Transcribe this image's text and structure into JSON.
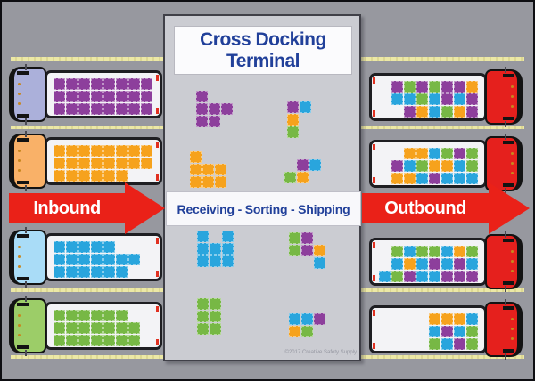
{
  "palette": {
    "P": "#8d3f9c",
    "O": "#f6a21d",
    "B": "#29a5dd",
    "G": "#77b845"
  },
  "colors": {
    "arrow_red": "#ea2118",
    "heading_blue": "#21409a",
    "background_gray": "#97989f",
    "terminal_gray": "#cbccd2",
    "lane_line_yellow": "#ece8a6",
    "trailer_white": "#f3f3f6",
    "outbound_cab_red": "#e5201d"
  },
  "terminal": {
    "title_lines": [
      "Cross Docking",
      "Terminal"
    ],
    "process_label": "Receiving - Sorting - Shipping",
    "copyright": "©2017 Creative Safety Supply",
    "pallet_groups": [
      {
        "name": "purple-cluster",
        "rows": [
          [
            "P",
            "",
            ""
          ],
          [
            "P",
            "P",
            "P"
          ],
          [
            "P",
            "P",
            ""
          ]
        ]
      },
      {
        "name": "mixed-stack",
        "rows": [
          [
            "P",
            "B"
          ],
          [
            "O",
            ""
          ],
          [
            "G",
            ""
          ]
        ]
      },
      {
        "name": "orange-cluster",
        "rows": [
          [
            "O",
            "",
            ""
          ],
          [
            "O",
            "O",
            "O"
          ],
          [
            "O",
            "O",
            "O"
          ]
        ]
      },
      {
        "name": "mixed-small",
        "rows": [
          [
            "",
            "P",
            "B"
          ],
          [
            "G",
            "O",
            ""
          ]
        ]
      },
      {
        "name": "blue-cluster",
        "rows": [
          [
            "B",
            "",
            "B"
          ],
          [
            "B",
            "B",
            "B"
          ],
          [
            "B",
            "B",
            "B"
          ]
        ]
      },
      {
        "name": "mixed-medium",
        "rows": [
          [
            "G",
            "P",
            ""
          ],
          [
            "G",
            "P",
            "O"
          ],
          [
            "",
            "",
            "B"
          ]
        ]
      },
      {
        "name": "green-cluster",
        "rows": [
          [
            "G",
            "G"
          ],
          [
            "G",
            "G"
          ],
          [
            "G",
            "G"
          ]
        ]
      },
      {
        "name": "mixed-bottom",
        "rows": [
          [
            "B",
            "B",
            "P"
          ],
          [
            "O",
            "G",
            ""
          ]
        ]
      }
    ]
  },
  "flow": {
    "inbound_label": "Inbound",
    "outbound_label": "Outbound"
  },
  "inbound_trucks": [
    {
      "cab_color": "#abb0da",
      "cargo": [
        [
          "P",
          "P",
          "P",
          "P",
          "P",
          "P",
          "P",
          "P"
        ],
        [
          "P",
          "P",
          "P",
          "P",
          "P",
          "P",
          "P",
          "P"
        ],
        [
          "P",
          "P",
          "P",
          "P",
          "P",
          "P",
          "P",
          "P"
        ]
      ]
    },
    {
      "cab_color": "#f9b168",
      "cargo": [
        [
          "O",
          "O",
          "O",
          "O",
          "O",
          "O",
          "O",
          "O"
        ],
        [
          "O",
          "O",
          "O",
          "O",
          "O",
          "O",
          "O",
          "O"
        ],
        [
          "O",
          "O",
          "O",
          "O",
          "O",
          "O",
          "",
          ""
        ]
      ]
    },
    {
      "cab_color": "#a9dcf7",
      "cargo": [
        [
          "B",
          "B",
          "B",
          "B",
          "B",
          "",
          "",
          ""
        ],
        [
          "B",
          "B",
          "B",
          "B",
          "B",
          "B",
          "B",
          ""
        ],
        [
          "B",
          "B",
          "B",
          "B",
          "B",
          "B",
          "",
          ""
        ]
      ]
    },
    {
      "cab_color": "#9ccd68",
      "cargo": [
        [
          "G",
          "G",
          "G",
          "G",
          "G",
          "G",
          "",
          ""
        ],
        [
          "G",
          "G",
          "G",
          "G",
          "G",
          "G",
          "G",
          ""
        ],
        [
          "G",
          "G",
          "G",
          "G",
          "G",
          "G",
          "G",
          ""
        ]
      ]
    }
  ],
  "outbound_trucks": [
    {
      "cab_color": "#e5201d",
      "cargo": [
        [
          "",
          "P",
          "G",
          "P",
          "G",
          "P",
          "P",
          "O"
        ],
        [
          "",
          "B",
          "B",
          "G",
          "B",
          "P",
          "B",
          "P"
        ],
        [
          "",
          "",
          "P",
          "O",
          "B",
          "G",
          "O",
          "P"
        ]
      ]
    },
    {
      "cab_color": "#e5201d",
      "cargo": [
        [
          "",
          "",
          "O",
          "O",
          "B",
          "G",
          "P",
          "G"
        ],
        [
          "",
          "P",
          "B",
          "G",
          "O",
          "O",
          "B",
          "G"
        ],
        [
          "",
          "O",
          "O",
          "B",
          "P",
          "B",
          "B",
          "B"
        ]
      ]
    },
    {
      "cab_color": "#e5201d",
      "cargo": [
        [
          "",
          "G",
          "B",
          "G",
          "G",
          "B",
          "O",
          "G"
        ],
        [
          "",
          "B",
          "O",
          "B",
          "P",
          "B",
          "P",
          "B"
        ],
        [
          "B",
          "G",
          "P",
          "B",
          "B",
          "P",
          "P",
          "P"
        ]
      ]
    },
    {
      "cab_color": "#e5201d",
      "cargo": [
        [
          "",
          "",
          "",
          "",
          "O",
          "O",
          "O",
          "B"
        ],
        [
          "",
          "",
          "",
          "",
          "B",
          "P",
          "B",
          "G"
        ],
        [
          "",
          "",
          "",
          "",
          "G",
          "B",
          "P",
          "G"
        ]
      ]
    }
  ]
}
